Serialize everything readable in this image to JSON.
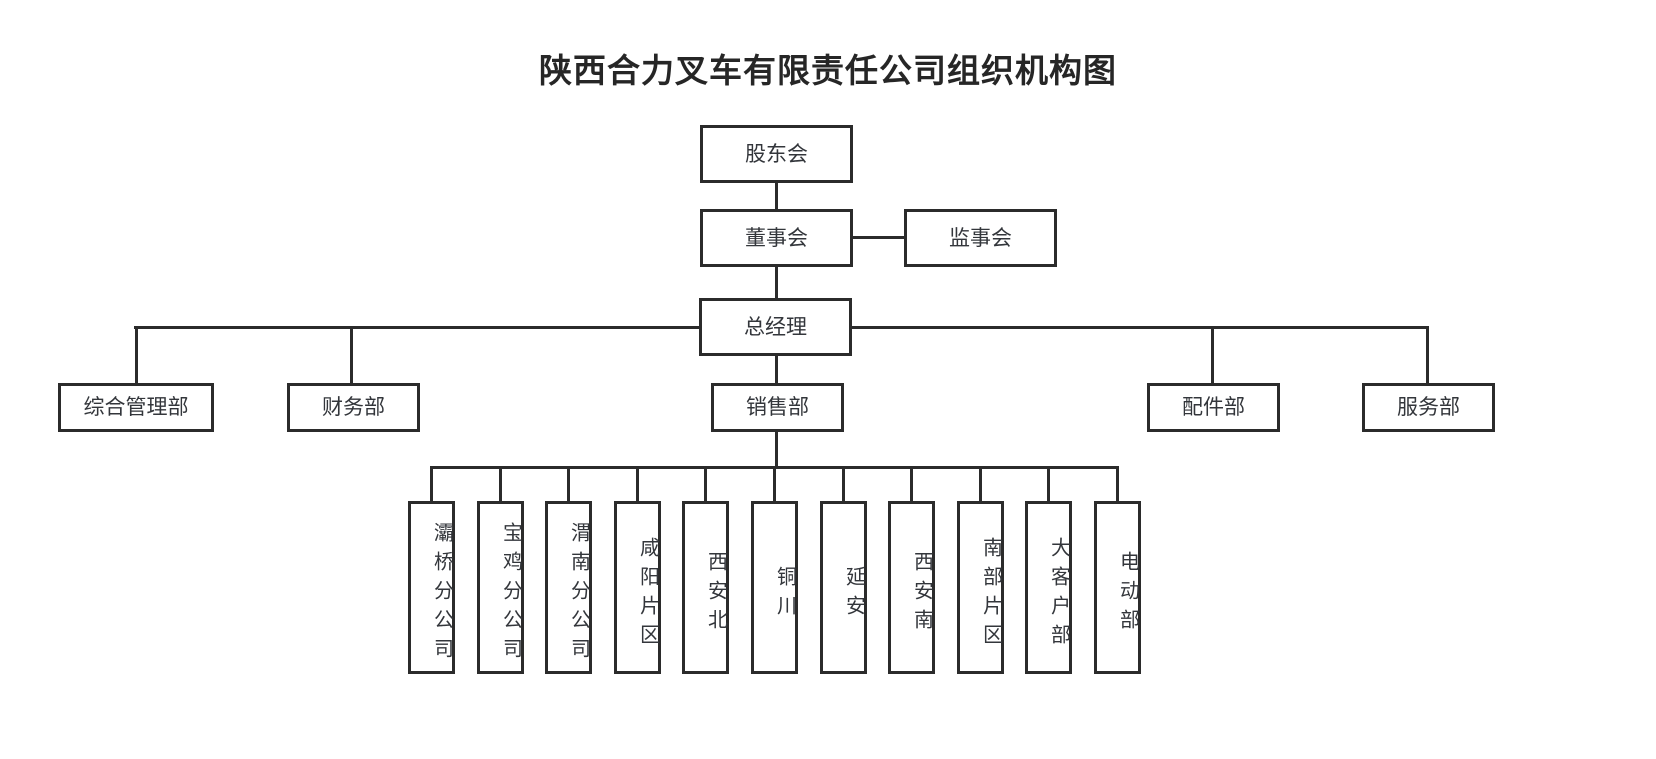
{
  "chart_data": {
    "type": "diagram",
    "title": "陕西合力叉车有限责任公司组织机构图",
    "orientation": "top-down",
    "colors": {
      "line": "#2b2b2b",
      "box_fill": "#ffffff",
      "text": "#33363b",
      "title": "#262626"
    },
    "levels": [
      {
        "level": 1,
        "nodes": [
          "股东会"
        ]
      },
      {
        "level": 2,
        "nodes": [
          "董事会",
          "监事会"
        ]
      },
      {
        "level": 3,
        "nodes": [
          "总经理"
        ]
      },
      {
        "level": 4,
        "nodes": [
          "综合管理部",
          "财务部",
          "销售部",
          "配件部",
          "服务部"
        ]
      },
      {
        "level": 5,
        "nodes": [
          "灞桥分公司",
          "宝鸡分公司",
          "渭南分公司",
          "咸阳片区",
          "西安北",
          "铜川",
          "延安",
          "西安南",
          "南部片区",
          "大客户部",
          "电动部"
        ]
      }
    ],
    "edges": [
      [
        "股东会",
        "董事会"
      ],
      [
        "董事会",
        "监事会"
      ],
      [
        "董事会",
        "总经理"
      ],
      [
        "总经理",
        "综合管理部"
      ],
      [
        "总经理",
        "财务部"
      ],
      [
        "总经理",
        "销售部"
      ],
      [
        "总经理",
        "配件部"
      ],
      [
        "总经理",
        "服务部"
      ],
      [
        "销售部",
        "灞桥分公司"
      ],
      [
        "销售部",
        "宝鸡分公司"
      ],
      [
        "销售部",
        "渭南分公司"
      ],
      [
        "销售部",
        "咸阳片区"
      ],
      [
        "销售部",
        "西安北"
      ],
      [
        "销售部",
        "铜川"
      ],
      [
        "销售部",
        "延安"
      ],
      [
        "销售部",
        "西安南"
      ],
      [
        "销售部",
        "南部片区"
      ],
      [
        "销售部",
        "大客户部"
      ],
      [
        "销售部",
        "电动部"
      ]
    ]
  },
  "title": "陕西合力叉车有限责任公司组织机构图",
  "nodes": {
    "shareholders": "股东会",
    "board_of_directors": "董事会",
    "board_of_supervisors": "监事会",
    "general_manager": "总经理",
    "general_admin_dept": "综合管理部",
    "finance_dept": "财务部",
    "sales_dept": "销售部",
    "parts_dept": "配件部",
    "service_dept": "服务部",
    "branches": [
      "灞桥分公司",
      "宝鸡分公司",
      "渭南分公司",
      "咸阳片区",
      "西安北",
      "铜川",
      "延安",
      "西安南",
      "南部片区",
      "大客户部",
      "电动部"
    ]
  }
}
